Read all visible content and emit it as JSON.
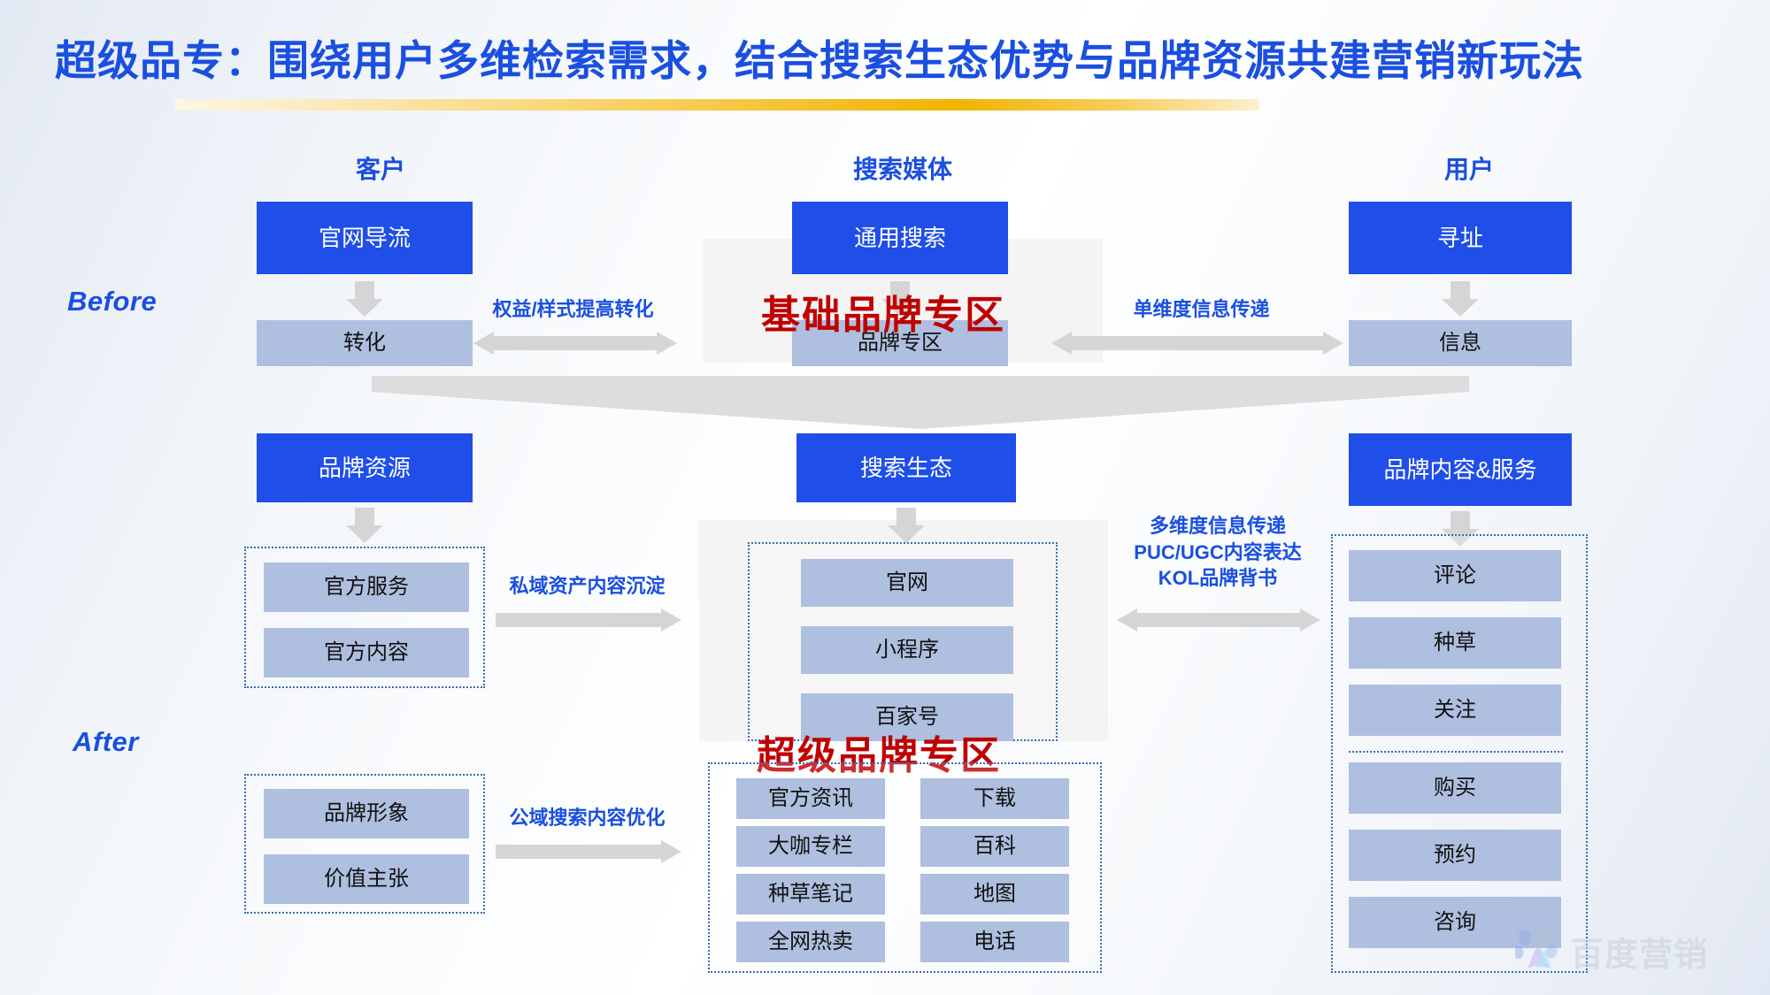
{
  "slide": {
    "title": "超级品专：围绕用户多维检索需求，结合搜索生态优势与品牌资源共建营销新玩法",
    "accent_blue": "#1a4fe0",
    "box_blue": "#1f4ee8",
    "box_light": "#aebfdf",
    "arrow_grey": "#d5d5d5",
    "red": "#c00000",
    "underline_gold": "#f0b400"
  },
  "columns": {
    "customer": "客户",
    "media": "搜索媒体",
    "user": "用户"
  },
  "stages": {
    "before": "Before",
    "after": "After"
  },
  "before": {
    "left": {
      "primary": "官网导流",
      "secondary": "转化"
    },
    "center": {
      "primary": "通用搜索",
      "secondary": "品牌专区",
      "red_tag": "基础品牌专区"
    },
    "right": {
      "primary": "寻址",
      "secondary": "信息"
    },
    "link_left": "权益/样式提高转化",
    "link_right": "单维度信息传递"
  },
  "after": {
    "left": {
      "primary": "品牌资源",
      "group_private": [
        "官方服务",
        "官方内容"
      ],
      "group_public": [
        "品牌形象",
        "价值主张"
      ],
      "link_private": "私域资产内容沉淀",
      "link_public": "公域搜索内容优化"
    },
    "center": {
      "primary": "搜索生态",
      "ecosystem": [
        "官网",
        "小程序",
        "百家号"
      ],
      "red_tag": "超级品牌专区",
      "zone_left": [
        "官方资讯",
        "大咖专栏",
        "种草笔记",
        "全网热卖"
      ],
      "zone_right": [
        "下载",
        "百科",
        "地图",
        "电话"
      ]
    },
    "right": {
      "primary": "品牌内容&服务",
      "group_top": [
        "评论",
        "种草",
        "关注"
      ],
      "group_bottom": [
        "购买",
        "预约",
        "咨询"
      ],
      "link_lines": [
        "多维度信息传递",
        "PUC/UGC内容表达",
        "KOL品牌背书"
      ]
    }
  },
  "watermark": {
    "brand": "百度营销"
  }
}
